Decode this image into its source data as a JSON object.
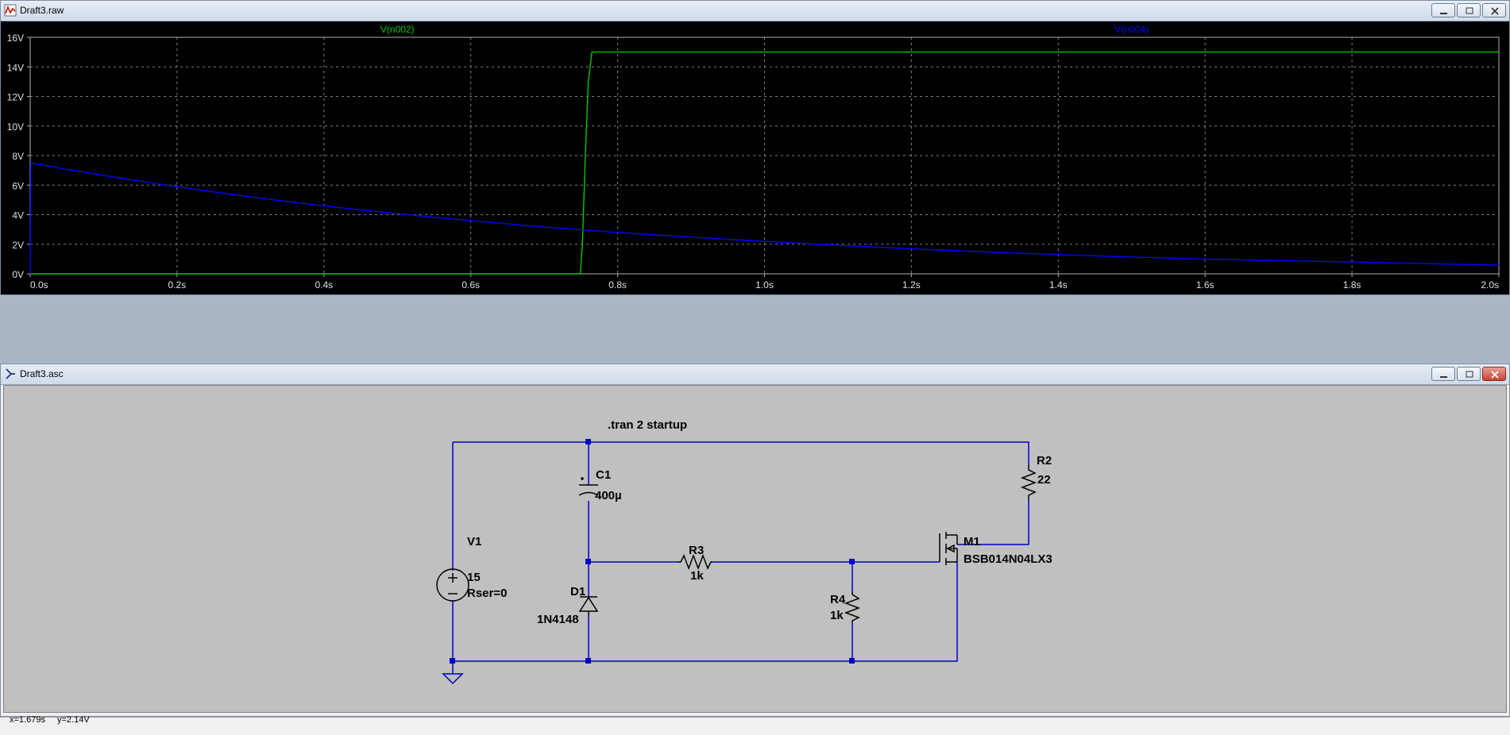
{
  "waveform_window": {
    "title": "Draft3.raw",
    "traces": [
      {
        "label": "V(n002)",
        "color": "#00c800"
      },
      {
        "label": "V(n004)",
        "color": "#0000ff"
      }
    ],
    "y_ticks": [
      "16V",
      "14V",
      "12V",
      "10V",
      "8V",
      "6V",
      "4V",
      "2V",
      "0V"
    ],
    "x_ticks": [
      "0.0s",
      "0.2s",
      "0.4s",
      "0.6s",
      "0.8s",
      "1.0s",
      "1.2s",
      "1.4s",
      "1.6s",
      "1.8s",
      "2.0s"
    ]
  },
  "chart_data": {
    "type": "line",
    "x_unit": "s",
    "y_unit": "V",
    "xlim": [
      0,
      2.0
    ],
    "ylim": [
      0,
      16
    ],
    "grid": true,
    "series": [
      {
        "name": "V(n002)",
        "x": [
          0,
          0.001,
          0.749,
          0.752,
          0.756,
          0.76,
          0.765,
          2.0
        ],
        "y": [
          0,
          0,
          0,
          2,
          8,
          13,
          15,
          15
        ]
      },
      {
        "name": "V(n004)",
        "x": [
          0,
          0.001,
          0.2,
          0.4,
          0.6,
          0.8,
          1.0,
          1.2,
          1.4,
          1.6,
          1.8,
          2.0
        ],
        "y": [
          0,
          7.5,
          5.9,
          4.6,
          3.6,
          2.8,
          2.2,
          1.7,
          1.3,
          1.0,
          0.8,
          0.6
        ]
      }
    ]
  },
  "schematic_window": {
    "title": "Draft3.asc",
    "directive": ".tran 2 startup",
    "components": {
      "c1": {
        "name": "C1",
        "value": "400µ"
      },
      "r2": {
        "name": "R2",
        "value": "22"
      },
      "v1": {
        "name": "V1",
        "value": "15",
        "extra": "Rser=0"
      },
      "r3": {
        "name": "R3",
        "value": "1k"
      },
      "r4": {
        "name": "R4",
        "value": "1k"
      },
      "d1": {
        "name": "D1",
        "value": "1N4148"
      },
      "m1": {
        "name": "M1",
        "value": "BSB014N04LX3"
      }
    }
  },
  "status_bar": {
    "x_readout": "x=1.679s",
    "y_readout": "y=2.14V"
  },
  "colors": {
    "wire": "#0000c8",
    "trace_green": "#00c800",
    "trace_blue": "#0000ff",
    "grid": "#808080"
  }
}
